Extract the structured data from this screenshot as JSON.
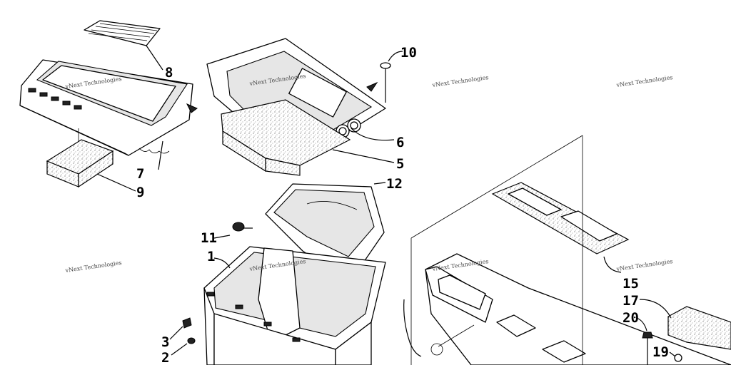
{
  "watermark": "vNext Technologies",
  "callouts": {
    "c1": "1",
    "c2": "2",
    "c3": "3",
    "c5": "5",
    "c6": "6",
    "c7": "7",
    "c8": "8",
    "c9": "9",
    "c10": "10",
    "c11": "11",
    "c12": "12",
    "c15": "15",
    "c17": "17",
    "c19": "19",
    "c20": "20"
  },
  "colors": {
    "line": "#000000",
    "background": "#ffffff",
    "watermark": "#444444"
  }
}
